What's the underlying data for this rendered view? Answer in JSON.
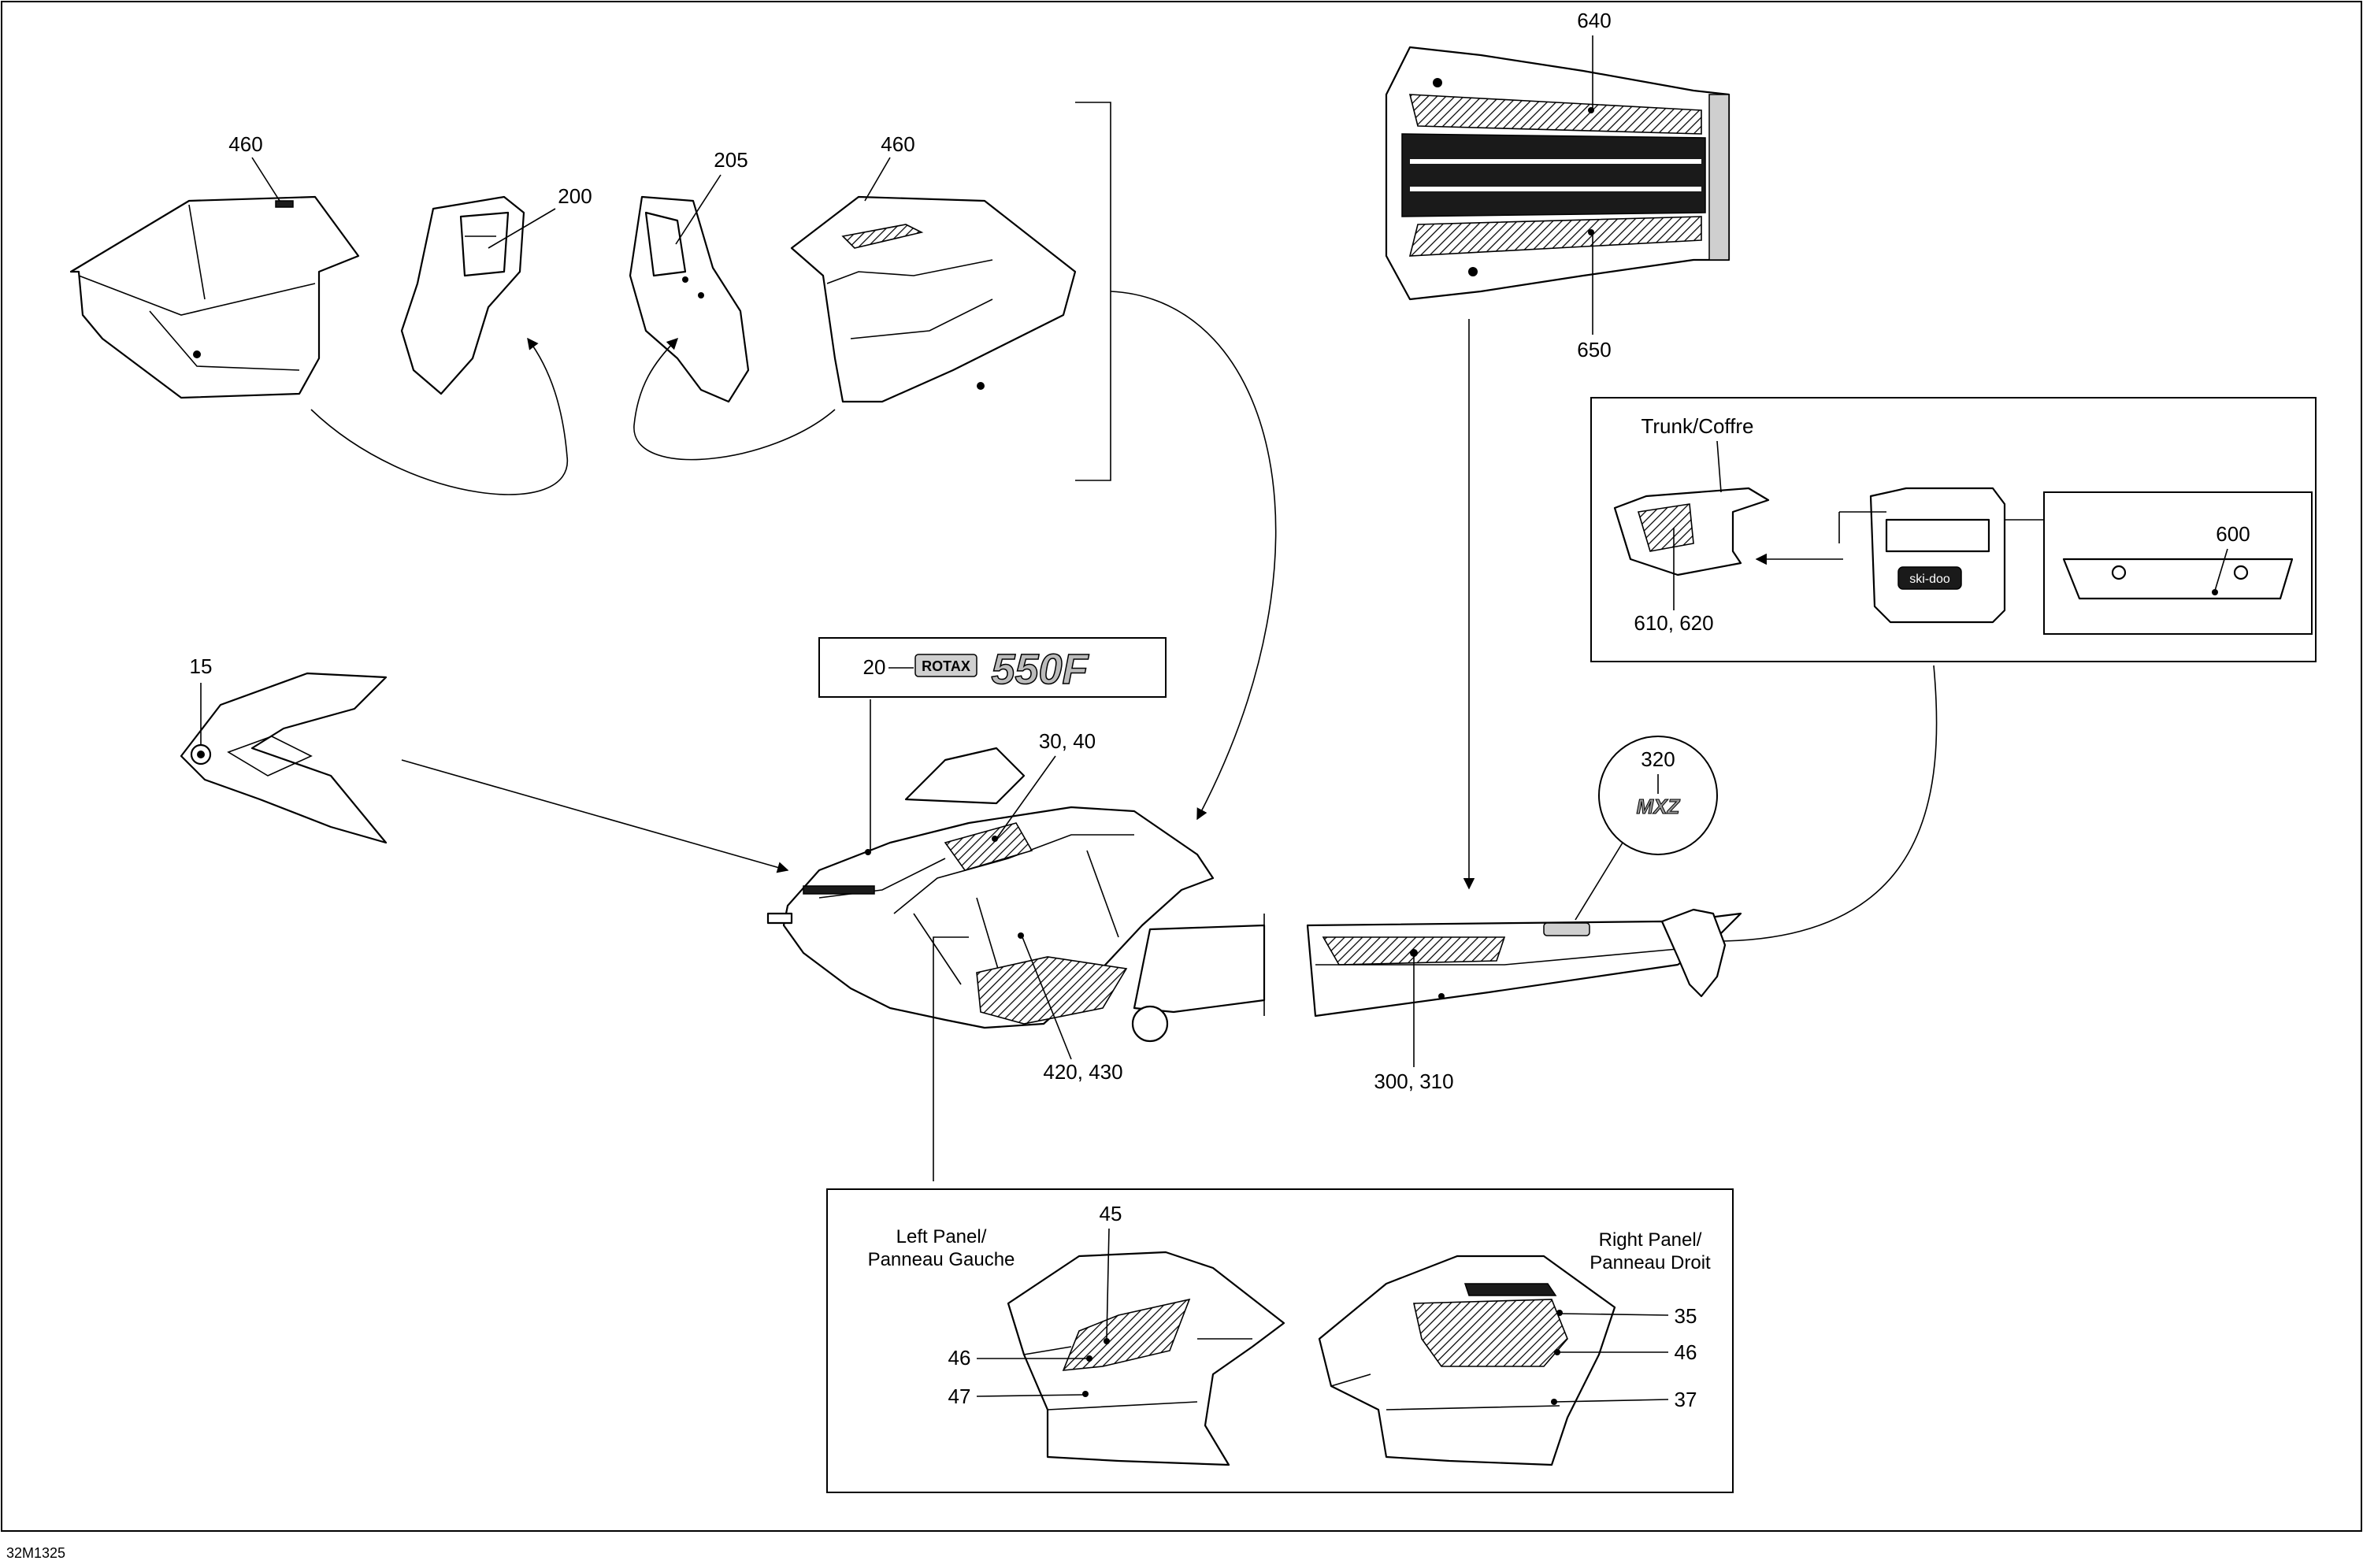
{
  "diagram": {
    "code": "32M1325",
    "labels": {
      "l460a": "460",
      "l200": "200",
      "l205": "205",
      "l460b": "460",
      "l640": "640",
      "l650": "650",
      "trunk": "Trunk/Coffre",
      "l600": "600",
      "l610": "610, 620",
      "l15": "15",
      "l20": "20",
      "l3040": "30, 40",
      "l320": "320",
      "l420": "420, 430",
      "l300": "300, 310",
      "left_panel_1": "Left Panel/",
      "left_panel_2": "Panneau Gauche",
      "right_panel_1": "Right Panel/",
      "right_panel_2": "Panneau Droit",
      "l45": "45",
      "l46a": "46",
      "l47": "47",
      "l35": "35",
      "l46b": "46",
      "l37": "37"
    },
    "decal_text": {
      "rotax_small": "ROTAX",
      "rotax_big": "550F",
      "mxz": "MXZ",
      "brand": "ski-doo"
    }
  }
}
